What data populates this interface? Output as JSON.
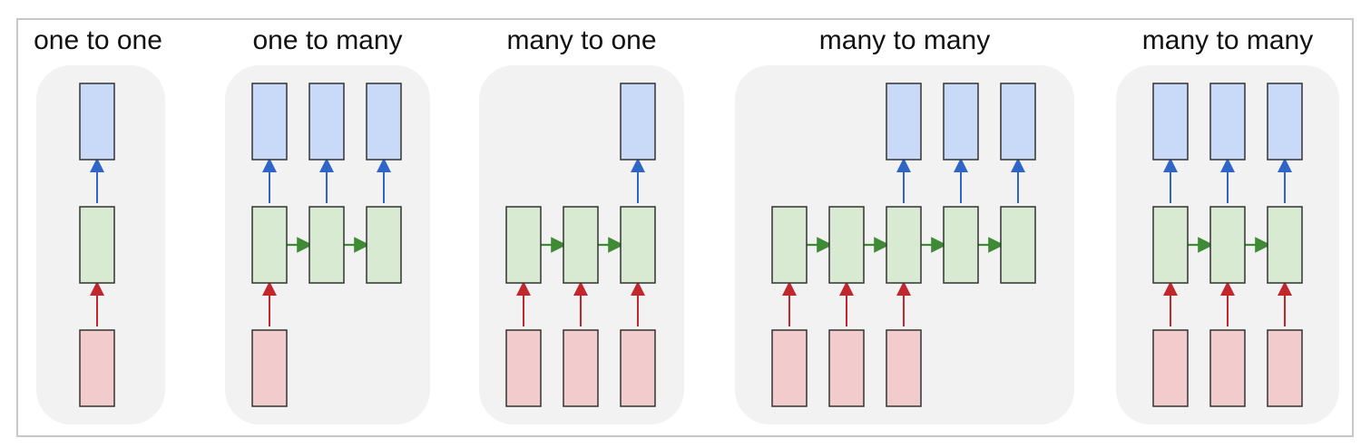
{
  "panels": [
    {
      "title": "one to one",
      "inputs": [
        0
      ],
      "outputs": [
        0
      ],
      "hidden": [
        0
      ]
    },
    {
      "title": "one to many",
      "inputs": [
        0
      ],
      "outputs": [
        0,
        1,
        2
      ],
      "hidden": [
        0,
        1,
        2
      ]
    },
    {
      "title": "many to one",
      "inputs": [
        0,
        1,
        2
      ],
      "outputs": [
        2
      ],
      "hidden": [
        0,
        1,
        2
      ]
    },
    {
      "title": "many to many",
      "inputs": [
        0,
        1,
        2
      ],
      "outputs": [
        2,
        3,
        4
      ],
      "hidden": [
        0,
        1,
        2,
        3,
        4
      ]
    },
    {
      "title": "many to many",
      "inputs": [
        0,
        1,
        2
      ],
      "outputs": [
        0,
        1,
        2
      ],
      "hidden": [
        0,
        1,
        2
      ]
    }
  ],
  "colors": {
    "panel_bg": "#f2f2f2",
    "input_fill": "#f2cccc",
    "hidden_fill": "#d9ead3",
    "output_fill": "#c9daf8",
    "box_stroke": "#333333",
    "input_arrow": "#c0282d",
    "hidden_arrow": "#3f8a34",
    "output_arrow": "#2f66c6"
  }
}
